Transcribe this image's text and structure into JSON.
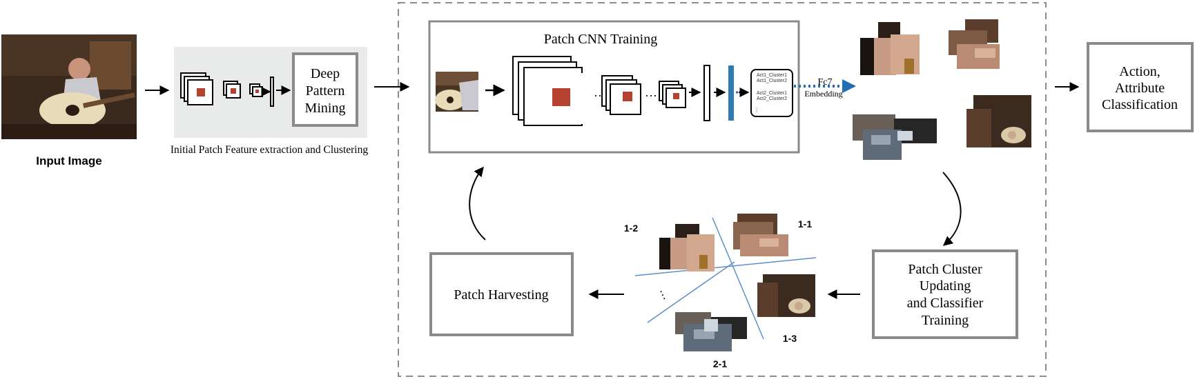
{
  "input": {
    "label": "Input Image"
  },
  "initial": {
    "mining_line1": "Deep",
    "mining_line2": "Pattern",
    "mining_line3": "Mining",
    "caption": "Initial Patch Feature extraction and Clustering"
  },
  "cnn": {
    "title": "Patch CNN Training",
    "fc_cluster_lines": [
      "Act1_Cluster1",
      "Act1_Cluster2",
      "Act2_Cluster1",
      "Act2_Cluster2"
    ],
    "fc7_label": "Fc7",
    "embedding_label": "Embedding"
  },
  "output": {
    "line1": "Action,",
    "line2": "Attribute",
    "line3": "Classification"
  },
  "updating": {
    "line1": "Patch Cluster",
    "line2": "Updating",
    "line3": "and Classifier",
    "line4": "Training"
  },
  "harvesting": {
    "label": "Patch Harvesting"
  },
  "clusters": {
    "c11": "1-1",
    "c12": "1-2",
    "c13": "1-3",
    "c21": "2-1"
  },
  "colors": {
    "box_border": "#8a8a8a",
    "grey_panel": "#e9ebea",
    "patch_red": "#b5412f",
    "embed_blue": "#1f6fb5",
    "divider_blue": "#5b8fc9",
    "dashed": "#8c8c8c"
  }
}
